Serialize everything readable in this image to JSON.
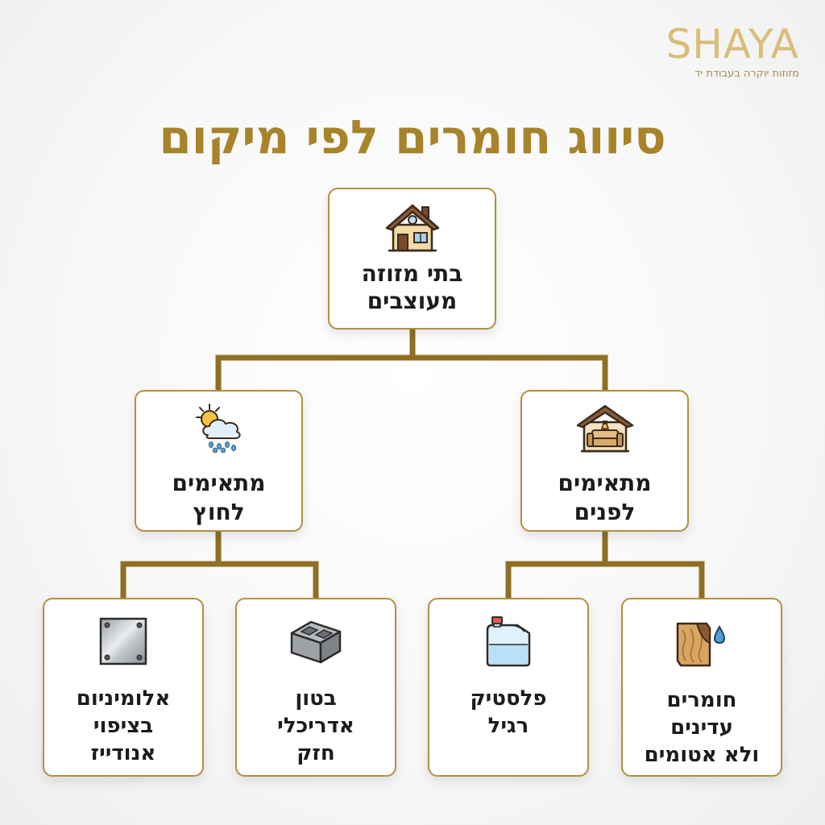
{
  "brand": {
    "name": "SHAYA",
    "tagline": "מזוזות יוקרה בעבודת יד"
  },
  "title": "סיווג חומרים לפי מיקום",
  "colors": {
    "gold": "#a7832a",
    "connector": "#8f6f24",
    "node_border": "#b19042",
    "text": "#1c1c1c"
  },
  "tree": {
    "root": {
      "label": "בתי מזוזה\nמעוצבים",
      "icon": "house-icon"
    },
    "outdoor": {
      "label": "מתאימים\nלחוץ",
      "icon": "sun-cloud-rain-icon"
    },
    "indoor": {
      "label": "מתאימים\nלפנים",
      "icon": "house-interior-sofa-icon"
    },
    "leaves": {
      "aluminum": {
        "label": "אלומיניום\nבציפוי\nאנודייז",
        "icon": "metal-plate-icon"
      },
      "concrete": {
        "label": "בטון\nאדריכלי\nחזק",
        "icon": "concrete-block-icon"
      },
      "plastic": {
        "label": "פלסטיק\nרגיל",
        "icon": "plastic-jug-icon"
      },
      "delicate": {
        "label": "חומרים\nעדינים\nולא אטומים",
        "icon": "wood-water-drop-icon"
      }
    }
  }
}
